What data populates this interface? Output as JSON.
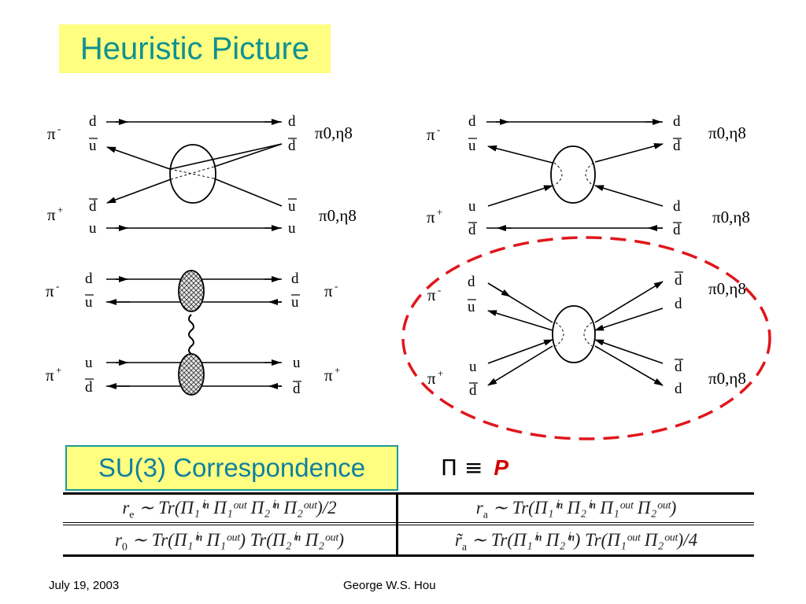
{
  "title": "Heuristic Picture",
  "diagrams": {
    "top_left": {
      "left_mesons": [
        "π",
        "π"
      ],
      "left_charges": [
        "-",
        "+"
      ],
      "left_quarks": [
        "d",
        "u",
        "d",
        "u"
      ],
      "right_quarks": [
        "d",
        "d",
        "u",
        "u"
      ],
      "right_mesons": [
        "π0,η8",
        "π0,η8"
      ]
    },
    "top_right": {
      "left_mesons": [
        "π",
        "π"
      ],
      "left_charges": [
        "-",
        "+"
      ],
      "left_quarks": [
        "d",
        "u",
        "u",
        "d"
      ],
      "right_quarks": [
        "d",
        "d",
        "d",
        "d"
      ],
      "right_mesons": [
        "π0,η8",
        "π0,η8"
      ]
    },
    "bottom_left": {
      "left_mesons": [
        "π",
        "π"
      ],
      "left_charges": [
        "-",
        "+"
      ],
      "left_quarks": [
        "d",
        "u",
        "u",
        "d"
      ],
      "right_quarks": [
        "d",
        "u",
        "u",
        "d"
      ],
      "right_mesons": [
        "π",
        "π"
      ],
      "right_charges": [
        "-",
        "+"
      ]
    },
    "bottom_right": {
      "left_mesons": [
        "π",
        "π"
      ],
      "left_charges": [
        "-",
        "+"
      ],
      "left_quarks": [
        "d",
        "u",
        "u",
        "d"
      ],
      "right_quarks": [
        "d",
        "d",
        "d",
        "d"
      ],
      "right_mesons": [
        "π0,η8",
        "π0,η8"
      ]
    }
  },
  "su3_label": "SU(3) Correspondence",
  "equiv": {
    "lhs": "Π ≡",
    "rhs": "P"
  },
  "relations": {
    "re": {
      "lhs": "r",
      "sub": "e",
      "rest": " ∼ Tr(Π₁ⁱⁿ Π₁ᵒᵘᵗ Π₂ⁱⁿ Π₂ᵒᵘᵗ)/2"
    },
    "ra": {
      "lhs": "r",
      "sub": "a",
      "rest": " ∼ Tr(Π₁ⁱⁿ Π₂ⁱⁿ Π₁ᵒᵘᵗ Π₂ᵒᵘᵗ)"
    },
    "r0": {
      "lhs": "r",
      "sub": "0",
      "rest": " ∼ Tr(Π₁ⁱⁿ Π₁ᵒᵘᵗ) Tr(Π₂ⁱⁿ Π₂ᵒᵘᵗ)"
    },
    "rta": {
      "lhs": "r̃",
      "sub": "a",
      "rest": " ∼ Tr(Π₁ⁱⁿ Π₂ⁱⁿ) Tr(Π₁ᵒᵘᵗ Π₂ᵒᵘᵗ)/4"
    }
  },
  "footer": {
    "date": "July 19, 2003",
    "author": "George W.S. Hou"
  },
  "colors": {
    "title_bg": "#fffe80",
    "title_text": "#0f9191",
    "dashed_ellipse": "#e0161b"
  }
}
